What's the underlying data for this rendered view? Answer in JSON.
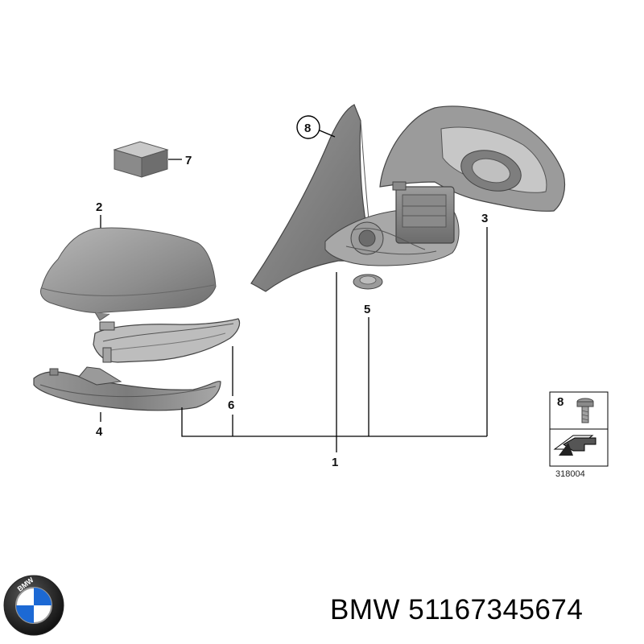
{
  "callouts": {
    "c1": "1",
    "c2": "2",
    "c3": "3",
    "c4": "4",
    "c5": "5",
    "c6": "6",
    "c7": "7",
    "c8": "8"
  },
  "inset": {
    "label": "8",
    "diagram_number": "318004"
  },
  "footer": {
    "brand": "BMW",
    "part_number": "51167345674",
    "logo_letters": "BMW"
  },
  "colors": {
    "part_fill": "#8e8e8e",
    "part_light": "#b4b4b4",
    "line": "#000000",
    "logo_blue": "#1c69d4"
  }
}
